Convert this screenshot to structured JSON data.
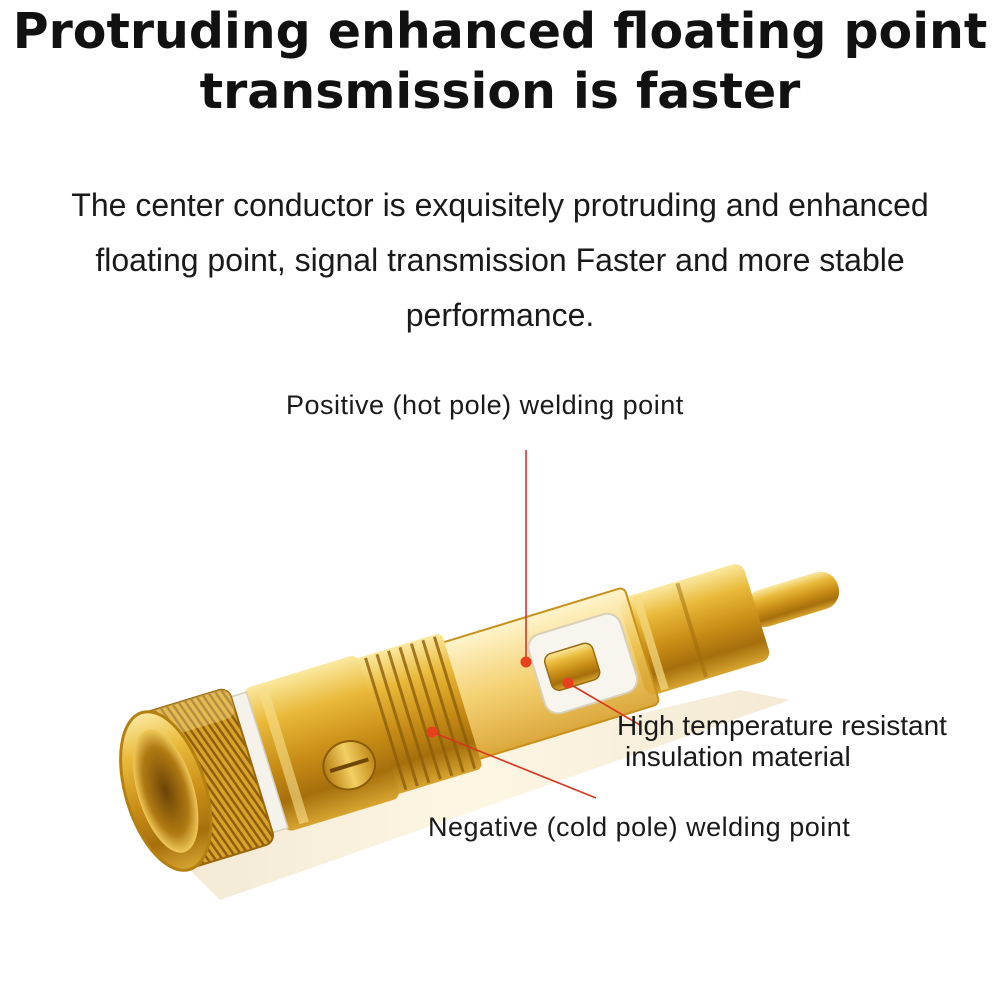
{
  "heading": {
    "line1": "Protruding enhanced floating point",
    "line2": "transmission is faster"
  },
  "description": {
    "line1": "The center conductor is exquisitely protruding and enhanced",
    "line2": "floating point,  signal transmission Faster and more stable",
    "line3": "performance."
  },
  "callouts": {
    "positive": "Positive (hot pole) welding point",
    "insulation_line1": "High temperature resistant",
    "insulation_line2": "insulation material",
    "negative": "Negative (cold pole) welding point"
  },
  "colors": {
    "leader_line": "#d9361f",
    "gold": "#e0a92a",
    "gold_dark": "#a8740f",
    "gold_light": "#f8df7a"
  },
  "icons": {
    "product": "rca-connector-plug"
  }
}
